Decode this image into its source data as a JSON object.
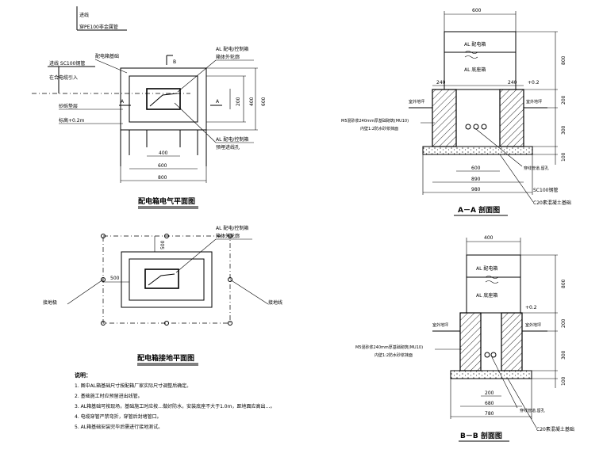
{
  "plan1": {
    "title": "配电箱电气平面图",
    "cable_top": "进线",
    "pipe_top": "穿PE100非金属管",
    "cable_left_1": "进线 SC100钢管",
    "cable_left_2": "在合电缆引入",
    "label_box": "配电箱基础",
    "label_sand": "砂砾垫层",
    "label_elev": "标高+0.2m",
    "label_al_top_1": "AL 配电/控制箱",
    "label_al_top_2": "箱体外轮廓",
    "label_al_bot_1": "AL 配电/控制箱",
    "label_al_bot_2": "预埋进线孔",
    "section_a": "A",
    "section_b": "B",
    "dim_200": "200",
    "dim_400v": "400",
    "dim_600v": "600",
    "dim_400h": "400",
    "dim_600h": "600",
    "dim_800h": "800"
  },
  "plan2": {
    "title": "配电箱接地平面图",
    "label_al_1": "AL 配电/控制箱",
    "label_al_2": "箱体外轮廓",
    "label_ground_left": "接地极",
    "label_ground_right": "接地线",
    "dim_500v": "500",
    "dim_500h": "500"
  },
  "sectionA": {
    "title": "A－A 剖面图",
    "dim_600": "600",
    "dim_800": "800",
    "dim_200v": "200",
    "dim_300": "300",
    "dim_100": "100",
    "dim_240a": "240",
    "dim_240b": "240",
    "dim_plus": "+0.2",
    "al_box": "AL 配电箱",
    "al_base": "AL 底座箱",
    "ground_l": "室外地坪",
    "ground_r": "室外地坪",
    "wall_1": "M5混砂浆240mm厚基础砌筑(MU10)",
    "wall_2": "内壁1:2防水砂浆抹面",
    "hole": "穿线管道,留孔",
    "pipe": "SC100钢管",
    "conc": "C20素混凝土基础",
    "dim_b600": "600",
    "dim_b890": "890",
    "dim_b980": "980"
  },
  "sectionB": {
    "title": "B－B 剖面图",
    "dim_400": "400",
    "dim_800": "800",
    "dim_200v": "200",
    "dim_300": "300",
    "dim_100": "100",
    "dim_plus": "+0.2",
    "al_box": "AL 配电箱",
    "al_base": "AL 底座箱",
    "ground_l": "室外地坪",
    "ground_r": "室外地坪",
    "wall_1": "M5混砂浆240mm厚基础砌筑(MU10)",
    "wall_2": "内壁1:2防水砂浆抹面",
    "hole": "穿线管道,留孔",
    "conc": "C20素混凝土基础",
    "dim_b200": "200",
    "dim_b680": "680",
    "dim_b780": "780"
  },
  "notes": {
    "title": "说明：",
    "items": [
      "1. 图中AL箱基础尺寸按配箱厂家实际尺寸调整后确定。",
      "2. 基础施工时应预留进出线管。",
      "3. AL箱基础可按现场，基础施工时应按…做好防水，安装底座不大于1.0m，距地面应高出…。",
      "4. 电缆穿管严禁弯折，穿管后封堵管口。",
      "5. AL箱基础安装完毕后需进行接地测试。"
    ]
  }
}
